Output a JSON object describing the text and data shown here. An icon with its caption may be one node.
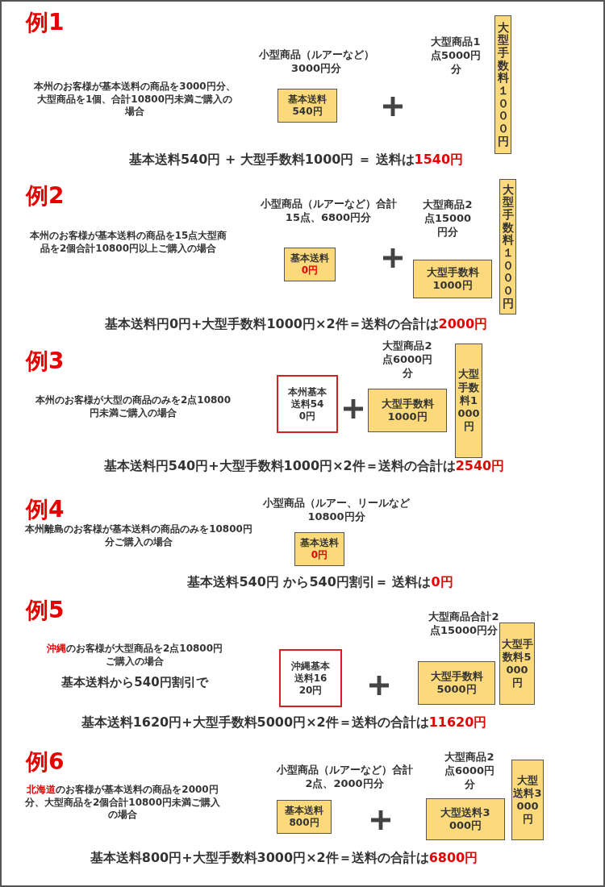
{
  "diagram": {
    "nodes": [
      {
        "text": [
          "基本送料540円"
        ]
      },
      {
        "text": [
          "大型手数料１０００円"
        ]
      },
      {
        "text": [
          "基本送料**0円**"
        ]
      },
      {
        "text": [
          "大型手数料1000円"
        ]
      },
      {
        "text": [
          "大型手数料１０００円"
        ]
      },
      {
        "text": [
          "本州基本送料540円"
        ]
      },
      {
        "text": [
          "大型手数料1000円"
        ]
      },
      {
        "text": [
          "大型手数料1000円"
        ]
      },
      {
        "text": [
          "基本送料**0円**"
        ]
      },
      {
        "text": [
          "沖縄基本送料1620円"
        ]
      },
      {
        "text": [
          "大型手数料5000円"
        ]
      },
      {
        "text": [
          "大型手数料5000円"
        ]
      },
      {
        "text": [
          "基本送料800円"
        ]
      },
      {
        "text": [
          "大型送料3000円"
        ]
      },
      {
        "text": [
          "大型送料3000円"
        ]
      }
    ],
    "edges": [],
    "labels": [
      "例1",
      "小型商品（ルアーなど）3000円分",
      "大型商品1点5000円分",
      "本州のお客様が基本送料の商品を3000円分、大型商品を1個、合計10800円未満ご購入の場合",
      "基本送料540円 + 大型手数料1000円 ＝ 送料は**1540円**",
      "例2",
      "小型商品（ルアーなど）合計15点、6800円分",
      "大型商品2点15000円分",
      "本州のお客様が基本送料の商品を15点大型商品を2個合計10800円以上ご購入の場合",
      "基本送料円0円+大型手数料1000円×2件＝送料の合計は**2000円**",
      "例3",
      "大型商品2点6000円分",
      "本州のお客様が大型の商品のみを2点10800円未満ご購入の場合",
      "基本送料円540円+大型手数料1000円×2件＝送料の合計は**2540円**",
      "例4",
      "小型商品（ルアー、リールなど10800円分",
      "本州離島のお客様が基本送料の商品のみを10800円分ご購入の場合",
      "基本送料540円 から540円割引＝ 送料は**0円**",
      "例5",
      "大型商品合計2点15000円分",
      "**沖縄**のお客様が大型商品を2点10800円ご購入の場合",
      "基本送料から540円割引で",
      "基本送料1620円+大型手数料5000円×2件＝送料の合計は**11620円**",
      "例6",
      "小型商品（ルアーなど）合計2点、2000円分",
      "大型商品2点6000円分",
      "**北海道**のお客様が基本送料の商品を2000円分、大型商品を2個合計10800円未満ご購入の場合",
      "基本送料800円+大型手数料3000円×2件＝送料の合計は**6800円**"
    ]
  }
}
